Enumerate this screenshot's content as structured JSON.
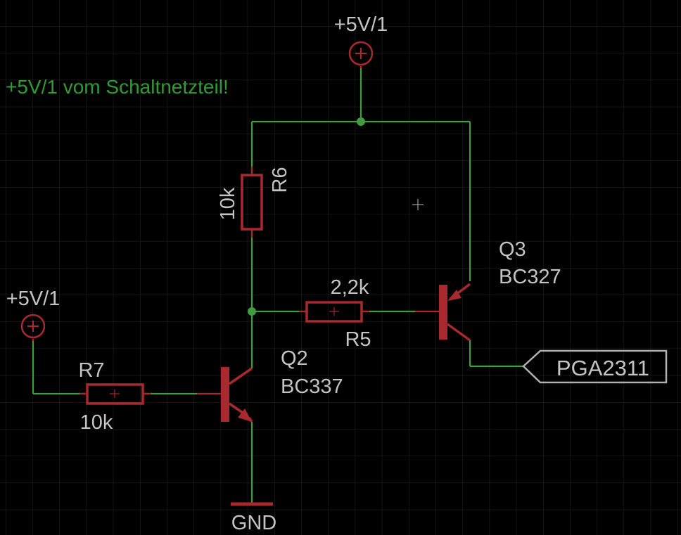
{
  "colors": {
    "background": "#000000",
    "grid": "#262626",
    "wire": "#3f9d3f",
    "part": "#a8292e",
    "label": "#c4c4c4",
    "note": "#2e9c2e",
    "net_label": "#b0b0b0"
  },
  "supplies": {
    "top": "+5V/1",
    "left": "+5V/1",
    "gnd": "GND"
  },
  "note": "+5V/1 vom Schaltnetzteil!",
  "parts": {
    "r6": {
      "name": "R6",
      "value": "10k"
    },
    "r5": {
      "name": "R5",
      "value": "2,2k"
    },
    "r7": {
      "name": "R7",
      "value": "10k"
    },
    "q2": {
      "name": "Q2",
      "value": "BC337"
    },
    "q3": {
      "name": "Q3",
      "value": "BC327"
    }
  },
  "net_label": "PGA2311",
  "icons": {
    "supply": "supply-plus-icon",
    "ground": "ground-bar-icon",
    "cursor": "crosshair-cursor-icon"
  }
}
